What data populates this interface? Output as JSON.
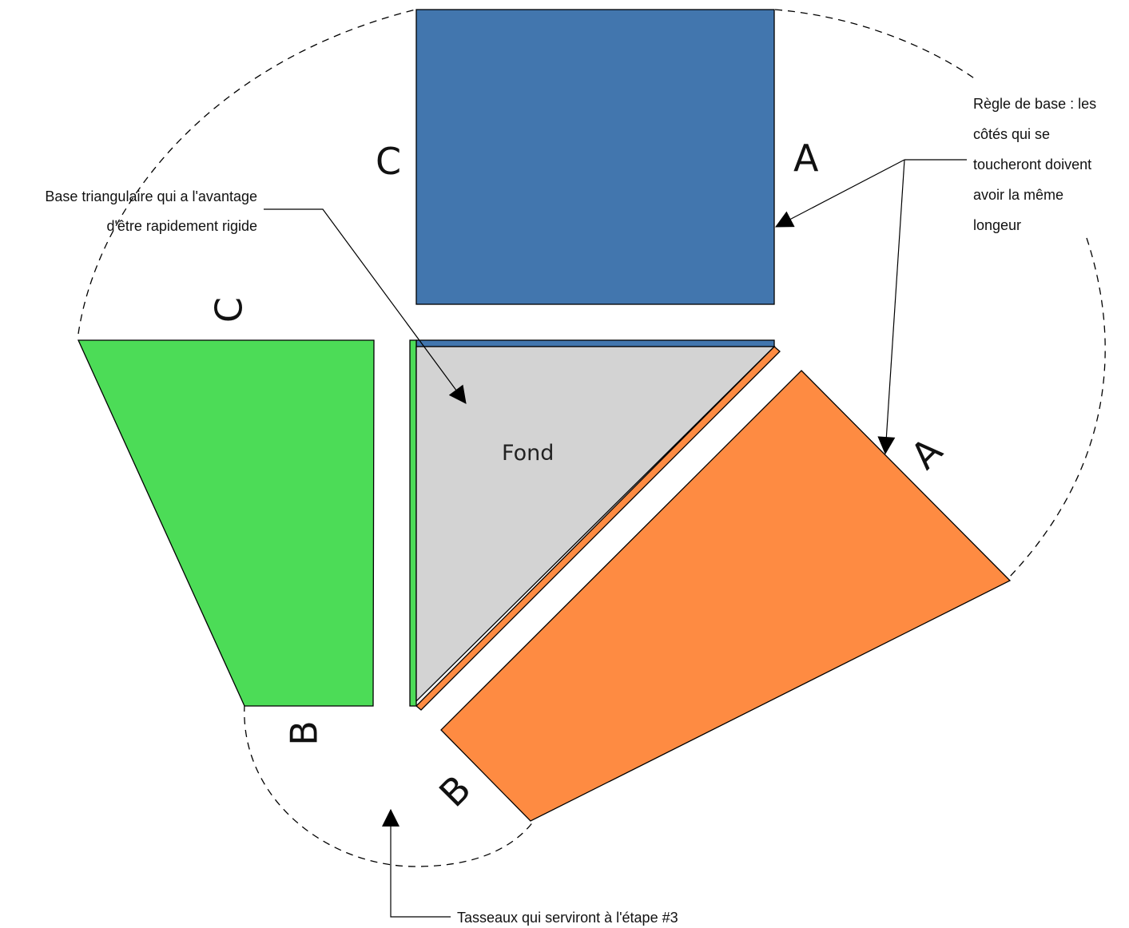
{
  "colors": {
    "blue_panel": "#4276ae",
    "green_panel": "#4cdc57",
    "orange_panel": "#fe8b42",
    "fond_panel": "#d3d3d3",
    "outline": "#000000"
  },
  "panels": {
    "top": {
      "color": "blue",
      "edge_labels": [
        "C",
        "A"
      ]
    },
    "left": {
      "color": "green",
      "edge_labels": [
        "C",
        "B"
      ]
    },
    "right": {
      "color": "orange",
      "edge_labels": [
        "A",
        "B"
      ]
    },
    "fond": {
      "label": "Fond"
    }
  },
  "annotations": {
    "base_rule": [
      "Règle de base : les",
      "côtés qui se",
      "toucheront doivent",
      "avoir la même",
      "longeur"
    ],
    "triangular_base": [
      "Base triangulaire qui a l'avantage",
      "d'être rapidement rigide"
    ],
    "tasseaux": "Tasseaux qui serviront à l'étape #3"
  },
  "edge_labels": {
    "top_left": "C",
    "top_right": "A",
    "left_top": "C",
    "left_bottom": "B",
    "right_top": "A",
    "right_bottom": "B"
  }
}
